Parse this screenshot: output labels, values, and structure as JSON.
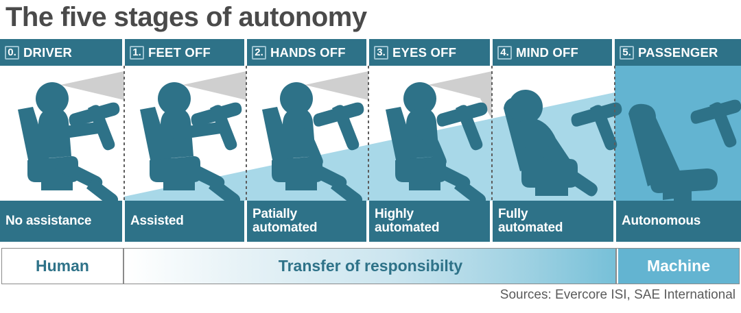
{
  "title": "The five stages of autonomy",
  "source": "Sources: Evercore ISI, SAE International",
  "colors": {
    "teal_dark": "#2e7288",
    "blue_mid": "#63b4d1",
    "blue_light": "#a8d8e8",
    "grey_cone": "#cfcfcf",
    "title_grey": "#4a4a4a"
  },
  "stages": [
    {
      "number": "0.",
      "name": "DRIVER",
      "label": "No assistance",
      "figure": "driver-hands-on-wheel",
      "vision_cone": true,
      "background": "white"
    },
    {
      "number": "1.",
      "name": "FEET OFF",
      "label": "Assisted",
      "figure": "driver-hands-on-wheel",
      "vision_cone": true,
      "background": "white"
    },
    {
      "number": "2.",
      "name": "HANDS OFF",
      "label": "Patially\nautomated",
      "label_line1": "Patially",
      "label_line2": "automated",
      "figure": "driver-hands-off-wheel",
      "vision_cone": true,
      "background": "white"
    },
    {
      "number": "3.",
      "name": "EYES OFF",
      "label": "Highly\nautomated",
      "label_line1": "Highly",
      "label_line2": "automated",
      "figure": "driver-hands-off-wheel",
      "vision_cone": true,
      "background": "white"
    },
    {
      "number": "4.",
      "name": "MIND OFF",
      "label": "Fully\nautomated",
      "label_line1": "Fully",
      "label_line2": "automated",
      "figure": "driver-reclined",
      "vision_cone": false,
      "background": "light-blue"
    },
    {
      "number": "5.",
      "name": "PASSENGER",
      "label": "Autonomous",
      "figure": "empty-seat",
      "vision_cone": false,
      "background": "blue"
    }
  ],
  "responsibility_bar": {
    "human": "Human",
    "transfer": "Transfer of responsibilty",
    "machine": "Machine"
  }
}
